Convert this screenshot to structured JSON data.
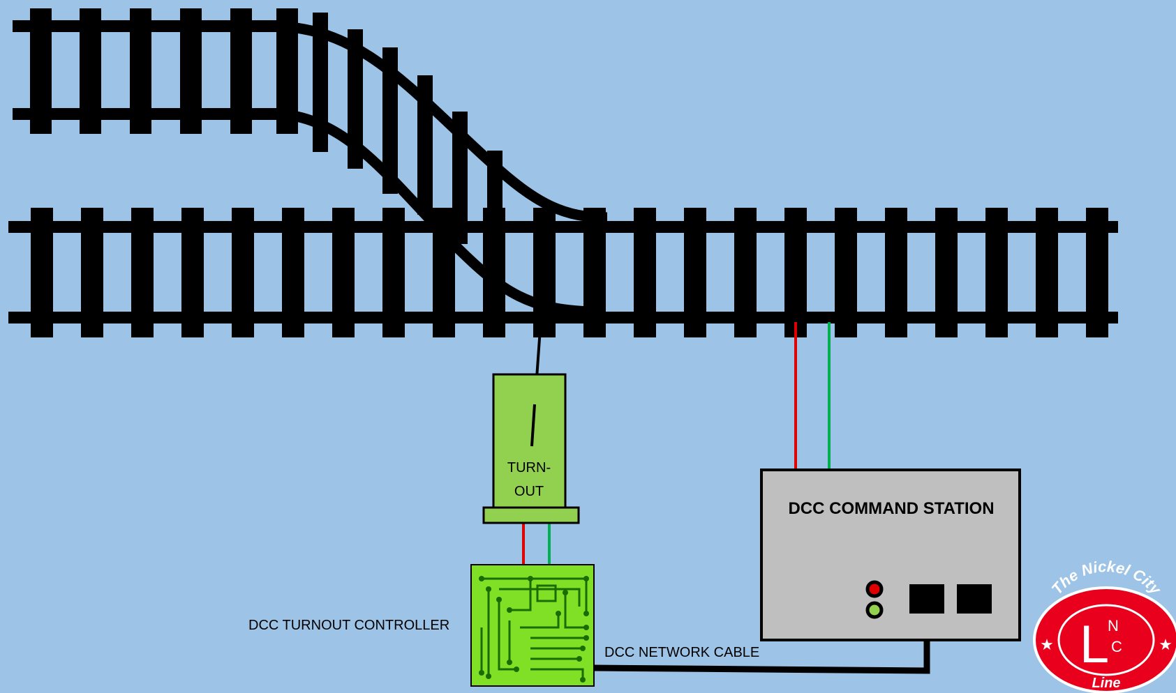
{
  "labels": {
    "turnout_line1": "TURN-",
    "turnout_line2": "OUT",
    "command_station": "DCC COMMAND STATION",
    "turnout_controller": "DCC TURNOUT CONTROLLER",
    "network_cable": "DCC NETWORK CABLE"
  },
  "logo": {
    "top_text": "The Nickel City",
    "bottom_text": "Line",
    "monogram": "LNC"
  },
  "colors": {
    "background": "#9dc3e6",
    "track": "#000000",
    "turnout_motor": "#92d050",
    "circuit_board": "#7fe026",
    "command_station": "#bfbfbf",
    "wire_red": "#e00000",
    "wire_green": "#00b050",
    "logo_red": "#e8001c"
  }
}
